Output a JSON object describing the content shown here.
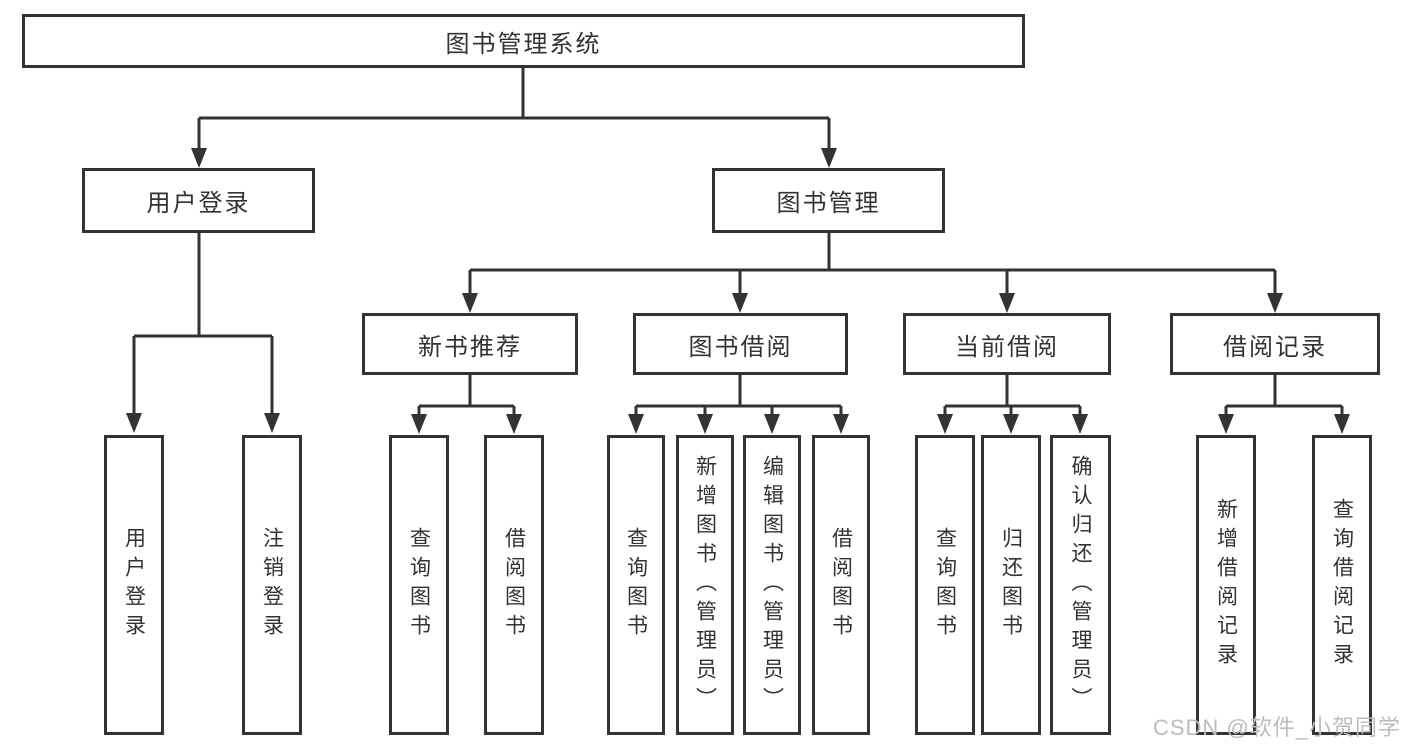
{
  "diagram": {
    "root": {
      "label": "图书管理系统",
      "children": [
        {
          "label": "用户登录",
          "children": [
            {
              "label": "用户登录"
            },
            {
              "label": "注销登录"
            }
          ]
        },
        {
          "label": "图书管理",
          "children": [
            {
              "label": "新书推荐",
              "children": [
                {
                  "label": "查询图书"
                },
                {
                  "label": "借阅图书"
                }
              ]
            },
            {
              "label": "图书借阅",
              "children": [
                {
                  "label": "查询图书"
                },
                {
                  "label": "新增图书（管理员）"
                },
                {
                  "label": "编辑图书（管理员）"
                },
                {
                  "label": "借阅图书"
                }
              ]
            },
            {
              "label": "当前借阅",
              "children": [
                {
                  "label": "查询图书"
                },
                {
                  "label": "归还图书"
                },
                {
                  "label": "确认归还（管理员）"
                }
              ]
            },
            {
              "label": "借阅记录",
              "children": [
                {
                  "label": "新增借阅记录"
                },
                {
                  "label": "查询借阅记录"
                }
              ]
            }
          ]
        }
      ]
    }
  },
  "watermark": {
    "text": "CSDN @软件_小贺同学"
  },
  "colors": {
    "line": "#333333",
    "text": "#333333",
    "watermark": "#bcbcbc",
    "background": "#ffffff"
  }
}
